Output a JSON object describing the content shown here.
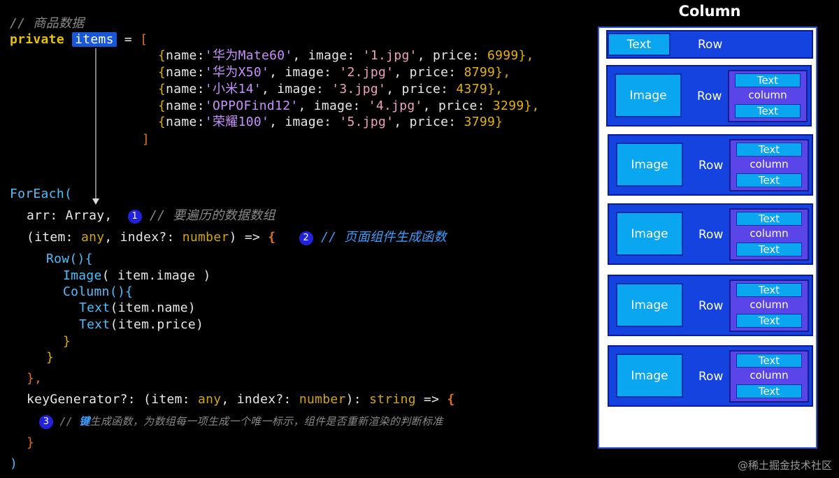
{
  "code": {
    "comment_data": "// 商品数据",
    "kw_private": "private",
    "var_items": "items",
    "op_assign": " = ",
    "open_bracket": "[",
    "close_bracket": "]",
    "data_rows": [
      {
        "name": "华为Mate60",
        "image": "1.jpg",
        "price": "6999",
        "tail": "},"
      },
      {
        "name": "华为X50",
        "image": "2.jpg",
        "price": "8799",
        "tail": "},"
      },
      {
        "name": "小米14",
        "image": "3.jpg",
        "price": "4379",
        "tail": "},"
      },
      {
        "name": "OPPOFind12",
        "image": "4.jpg",
        "price": "3299",
        "tail": "},"
      },
      {
        "name": "荣耀100",
        "image": "5.jpg",
        "price": "3799",
        "tail": "}"
      }
    ],
    "foreach": "ForEach(",
    "arr_line": "arr: Array,",
    "badge1": "1",
    "comment1": "// 要遍历的数据数组",
    "gen_item": "(item: ",
    "any": "any",
    "gen_index": ", index?: ",
    "number": "number",
    "gen_arrow": ") => ",
    "open_brace": "{",
    "badge2": "2",
    "comment2": "// 页面组件生成函数",
    "row_call": "Row(){",
    "image_kw": "Image",
    "image_args": "( item.image )",
    "column_kw": "Column",
    "column_args": "(){",
    "text_kw": "Text",
    "text_name_args": "(item.name)",
    "text_price_args": "(item.price)",
    "close_brace": "}",
    "close_brace_comma": "},",
    "keygen": "keyGenerator?: (item: ",
    "keygen_ret": "): ",
    "string": "string",
    "keygen_arrow": " => ",
    "badge3": "3",
    "comment3_prefix": "// ",
    "comment3_bold": "键",
    "comment3_rest": "生成函数，为数组每一项生成一个唯一标示，组件是否重新渲染的判断标准",
    "close_paren": ")"
  },
  "diagram": {
    "title": "Column",
    "header_row": {
      "text": "Text",
      "label": "Row"
    },
    "item_rows": [
      {
        "image": "Image",
        "label": "Row",
        "col_label": "column",
        "text1": "Text",
        "text2": "Text"
      },
      {
        "image": "Image",
        "label": "Row",
        "col_label": "column",
        "text1": "Text",
        "text2": "Text"
      },
      {
        "image": "Image",
        "label": "Row",
        "col_label": "column",
        "text1": "Text",
        "text2": "Text"
      },
      {
        "image": "Image",
        "label": "Row",
        "col_label": "column",
        "text1": "Text",
        "text2": "Text"
      },
      {
        "image": "Image",
        "label": "Row",
        "col_label": "column",
        "text1": "Text",
        "text2": "Text"
      }
    ]
  },
  "watermark": "@稀土掘金技术社区"
}
